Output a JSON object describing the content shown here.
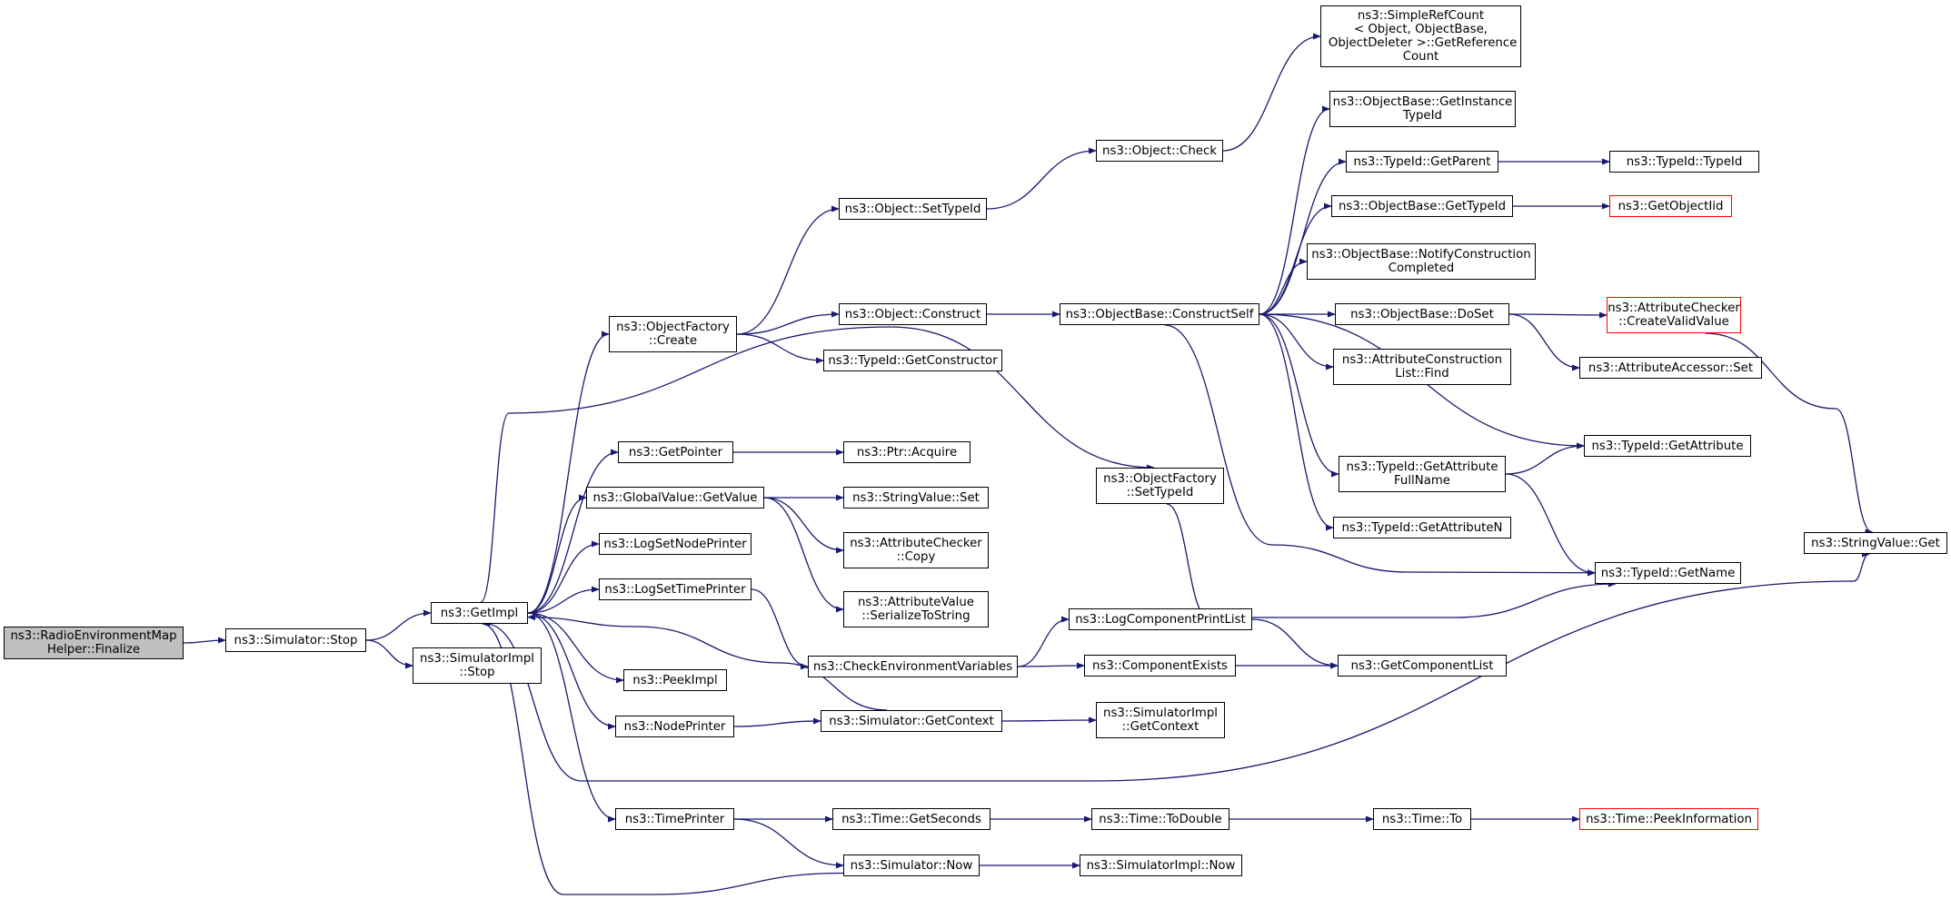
{
  "diagram": {
    "kind": "doxygen-call-graph",
    "colors": {
      "edge": "#191970",
      "node_border": "#000000",
      "truncated_border": "#ff0000",
      "start_fill": "#bfbfbf"
    },
    "nodes": [
      {
        "id": "finalize",
        "label": "ns3::RadioEnvironmentMap\nHelper::Finalize",
        "style": "start"
      },
      {
        "id": "simstop",
        "label": "ns3::Simulator::Stop"
      },
      {
        "id": "getimpl",
        "label": "ns3::GetImpl"
      },
      {
        "id": "simimplstop",
        "label": "ns3::SimulatorImpl\n::Stop"
      },
      {
        "id": "ofcreate",
        "label": "ns3::ObjectFactory\n::Create"
      },
      {
        "id": "getpointer",
        "label": "ns3::GetPointer"
      },
      {
        "id": "gvgetvalue",
        "label": "ns3::GlobalValue::GetValue"
      },
      {
        "id": "logsetnode",
        "label": "ns3::LogSetNodePrinter"
      },
      {
        "id": "logsettime",
        "label": "ns3::LogSetTimePrinter"
      },
      {
        "id": "peekimpl",
        "label": "ns3::PeekImpl"
      },
      {
        "id": "nodeprinter",
        "label": "ns3::NodePrinter"
      },
      {
        "id": "timeprinter",
        "label": "ns3::TimePrinter"
      },
      {
        "id": "objsettypeid",
        "label": "ns3::Object::SetTypeId"
      },
      {
        "id": "objconstruct",
        "label": "ns3::Object::Construct"
      },
      {
        "id": "getconstructor",
        "label": "ns3::TypeId::GetConstructor"
      },
      {
        "id": "ptracquire",
        "label": "ns3::Ptr::Acquire"
      },
      {
        "id": "strvalset",
        "label": "ns3::StringValue::Set"
      },
      {
        "id": "attrcheckcopy",
        "label": "ns3::AttributeChecker\n::Copy"
      },
      {
        "id": "attrvalser",
        "label": "ns3::AttributeValue\n::SerializeToString"
      },
      {
        "id": "checkenv",
        "label": "ns3::CheckEnvironmentVariables"
      },
      {
        "id": "simgetctx",
        "label": "ns3::Simulator::GetContext"
      },
      {
        "id": "timegetsec",
        "label": "ns3::Time::GetSeconds"
      },
      {
        "id": "simnow",
        "label": "ns3::Simulator::Now"
      },
      {
        "id": "objcheck",
        "label": "ns3::Object::Check"
      },
      {
        "id": "obconstructself",
        "label": "ns3::ObjectBase::ConstructSelf"
      },
      {
        "id": "ofsettypeid",
        "label": "ns3::ObjectFactory\n::SetTypeId"
      },
      {
        "id": "logcompprint",
        "label": "ns3::LogComponentPrintList"
      },
      {
        "id": "compexists",
        "label": "ns3::ComponentExists"
      },
      {
        "id": "simimplgetctx",
        "label": "ns3::SimulatorImpl\n::GetContext"
      },
      {
        "id": "timetodouble",
        "label": "ns3::Time::ToDouble"
      },
      {
        "id": "simimplnow",
        "label": "ns3::SimulatorImpl::Now"
      },
      {
        "id": "simplerefcount",
        "label": "ns3::SimpleRefCount\n< Object, ObjectBase,\n ObjectDeleter >::GetReference\nCount"
      },
      {
        "id": "obgetinst",
        "label": "ns3::ObjectBase::GetInstance\nTypeId"
      },
      {
        "id": "tidgetparent",
        "label": "ns3::TypeId::GetParent"
      },
      {
        "id": "obgettypeid",
        "label": "ns3::ObjectBase::GetTypeId"
      },
      {
        "id": "obnotify",
        "label": "ns3::ObjectBase::NotifyConstruction\nCompleted"
      },
      {
        "id": "obdoset",
        "label": "ns3::ObjectBase::DoSet"
      },
      {
        "id": "attrconstrfind",
        "label": "ns3::AttributeConstruction\nList::Find"
      },
      {
        "id": "tidgetattrfull",
        "label": "ns3::TypeId::GetAttribute\nFullName"
      },
      {
        "id": "tidgetattrn",
        "label": "ns3::TypeId::GetAttributeN"
      },
      {
        "id": "getcomplist",
        "label": "ns3::GetComponentList"
      },
      {
        "id": "timeto",
        "label": "ns3::Time::To"
      },
      {
        "id": "tidtypeid",
        "label": "ns3::TypeId::TypeId"
      },
      {
        "id": "getobjectiid",
        "label": "ns3::GetObjectIid",
        "style": "truncated"
      },
      {
        "id": "attrcheckcreate",
        "label": "ns3::AttributeChecker\n::CreateValidValue",
        "style": "truncated"
      },
      {
        "id": "attraccset",
        "label": "ns3::AttributeAccessor::Set"
      },
      {
        "id": "tidgetattr",
        "label": "ns3::TypeId::GetAttribute"
      },
      {
        "id": "tidgetname",
        "label": "ns3::TypeId::GetName"
      },
      {
        "id": "timepeekinfo",
        "label": "ns3::Time::PeekInformation",
        "style": "truncated"
      },
      {
        "id": "strvalget",
        "label": "ns3::StringValue::Get"
      }
    ],
    "edges": [
      [
        "finalize",
        "simstop"
      ],
      [
        "simstop",
        "getimpl"
      ],
      [
        "simstop",
        "simimplstop"
      ],
      [
        "getimpl",
        "ofcreate"
      ],
      [
        "getimpl",
        "getpointer"
      ],
      [
        "getimpl",
        "gvgetvalue"
      ],
      [
        "getimpl",
        "logsetnode"
      ],
      [
        "getimpl",
        "logsettime"
      ],
      [
        "getimpl",
        "peekimpl"
      ],
      [
        "getimpl",
        "nodeprinter"
      ],
      [
        "getimpl",
        "timeprinter"
      ],
      [
        "getimpl",
        "ofsettypeid"
      ],
      [
        "getimpl",
        "strvalget"
      ],
      [
        "ofcreate",
        "objsettypeid"
      ],
      [
        "ofcreate",
        "objconstruct"
      ],
      [
        "ofcreate",
        "getconstructor"
      ],
      [
        "objsettypeid",
        "objcheck"
      ],
      [
        "objcheck",
        "simplerefcount"
      ],
      [
        "objconstruct",
        "obconstructself"
      ],
      [
        "obconstructself",
        "obgetinst"
      ],
      [
        "obconstructself",
        "tidgetparent"
      ],
      [
        "obconstructself",
        "obgettypeid"
      ],
      [
        "obconstructself",
        "obnotify"
      ],
      [
        "obconstructself",
        "obdoset"
      ],
      [
        "obconstructself",
        "attrconstrfind"
      ],
      [
        "obconstructself",
        "tidgetattrfull"
      ],
      [
        "obconstructself",
        "tidgetattrn"
      ],
      [
        "obconstructself",
        "tidgetattr"
      ],
      [
        "obconstructself",
        "tidgetname"
      ],
      [
        "tidgetparent",
        "tidtypeid"
      ],
      [
        "obgettypeid",
        "getobjectiid"
      ],
      [
        "obdoset",
        "attrcheckcreate"
      ],
      [
        "obdoset",
        "attraccset"
      ],
      [
        "attrcheckcreate",
        "strvalget"
      ],
      [
        "tidgetattrfull",
        "tidgetattr"
      ],
      [
        "tidgetattrfull",
        "tidgetname"
      ],
      [
        "ofsettypeid",
        "tidgetname"
      ],
      [
        "getpointer",
        "ptracquire"
      ],
      [
        "gvgetvalue",
        "strvalset"
      ],
      [
        "gvgetvalue",
        "attrcheckcopy"
      ],
      [
        "gvgetvalue",
        "attrvalser"
      ],
      [
        "logsettime",
        "checkenv"
      ],
      [
        "checkenv",
        "logcompprint"
      ],
      [
        "checkenv",
        "compexists"
      ],
      [
        "logcompprint",
        "getcomplist"
      ],
      [
        "compexists",
        "getcomplist"
      ],
      [
        "nodeprinter",
        "simgetctx"
      ],
      [
        "simgetctx",
        "simimplgetctx"
      ],
      [
        "simgetctx",
        "getimpl"
      ],
      [
        "timeprinter",
        "timegetsec"
      ],
      [
        "timeprinter",
        "simnow"
      ],
      [
        "timegetsec",
        "timetodouble"
      ],
      [
        "timetodouble",
        "timeto"
      ],
      [
        "timeto",
        "timepeekinfo"
      ],
      [
        "simnow",
        "simimplnow"
      ],
      [
        "simnow",
        "getimpl"
      ]
    ]
  }
}
